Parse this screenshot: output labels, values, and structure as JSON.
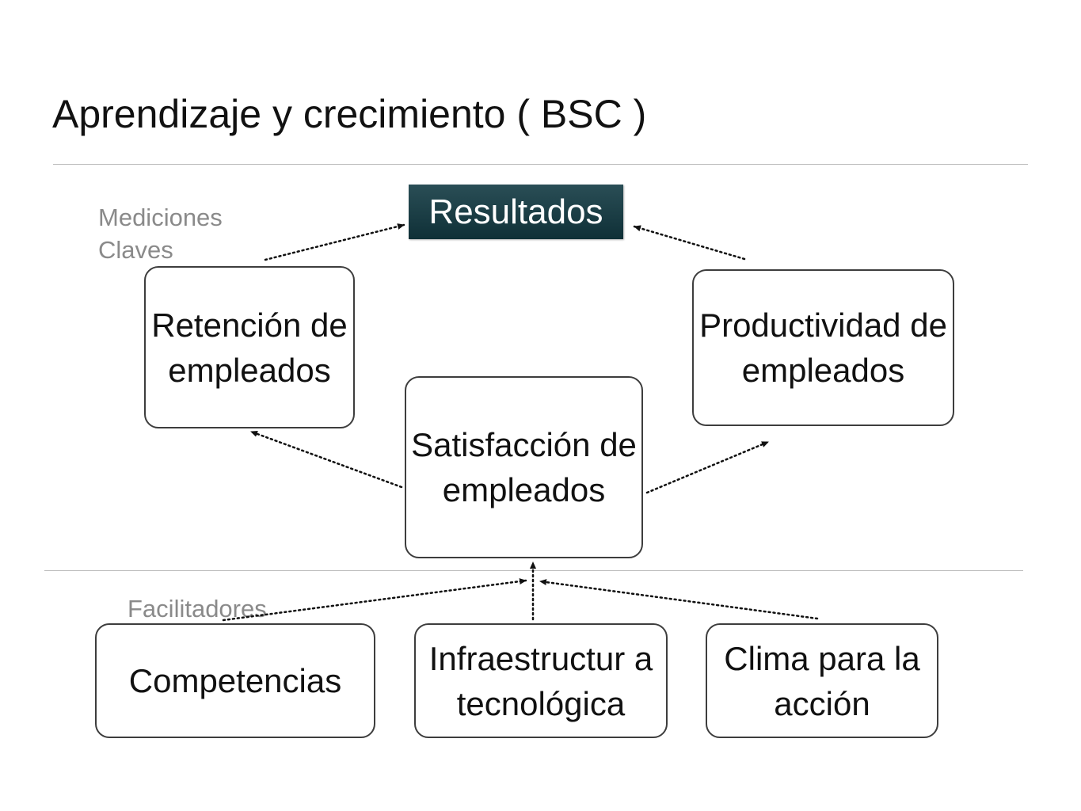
{
  "title": "Aprendizaje y crecimiento ( BSC )",
  "labels": {
    "mediciones": "Mediciones Claves",
    "facilitadores": "Facilitadores"
  },
  "nodes": {
    "resultados": "Resultados",
    "retencion": "Retención de empleados",
    "productividad": "Productividad de empleados",
    "satisfaccion": "Satisfacción de empleados",
    "competencias": "Competencias",
    "infraestructura": "Infraestructur a tecnológica",
    "clima": "Clima para la acción"
  },
  "edges": [
    {
      "from": "retencion",
      "to": "resultados"
    },
    {
      "from": "productividad",
      "to": "resultados"
    },
    {
      "from": "satisfaccion",
      "to": "retencion"
    },
    {
      "from": "satisfaccion",
      "to": "productividad"
    },
    {
      "from": "competencias",
      "to": "satisfaccion"
    },
    {
      "from": "infraestructura",
      "to": "satisfaccion"
    },
    {
      "from": "clima",
      "to": "satisfaccion"
    }
  ],
  "colors": {
    "result_fill": "#163a42",
    "result_text": "#ffffff",
    "box_border": "#3d3d3d",
    "label_gray": "#8a8a8a",
    "rule_gray": "#bdbdbd"
  }
}
